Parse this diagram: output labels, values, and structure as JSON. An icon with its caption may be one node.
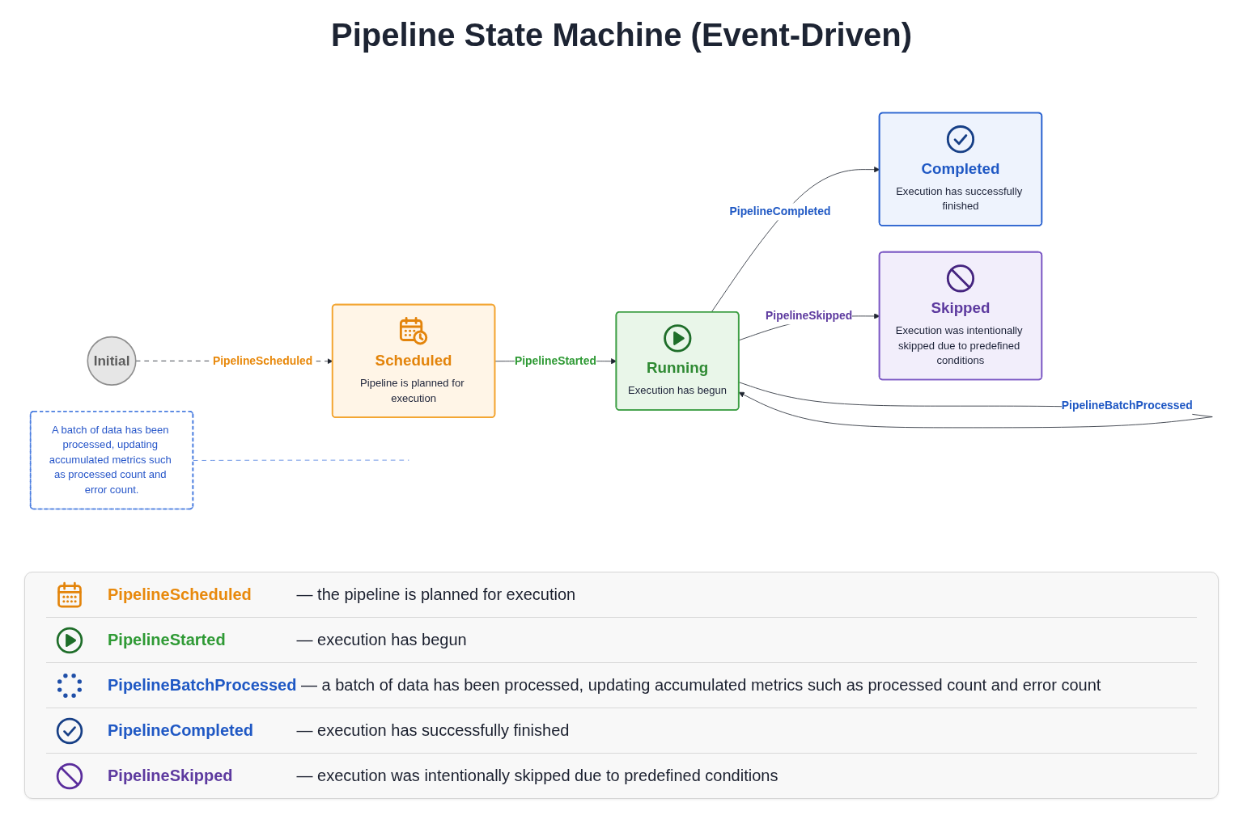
{
  "diagram": {
    "title": "Pipeline State Machine (Event-Driven)",
    "nodes": [
      {
        "text": [
          "Initial"
        ]
      },
      {
        "text": [
          "Scheduled",
          "Pipeline is planned for execution"
        ]
      },
      {
        "text": [
          "Running",
          "Execution has begun"
        ]
      },
      {
        "text": [
          "Completed",
          "Execution has successfully finished"
        ]
      },
      {
        "text": [
          "Skipped",
          "Execution was intentionally skipped due to predefined conditions"
        ]
      },
      {
        "text": [
          "A batch of data has been processed, updating accumulated metrics such as processed count and error count."
        ]
      }
    ],
    "edges": [
      {
        "from": 0,
        "to": 1,
        "label": "PipelineScheduled",
        "arrow": "to",
        "style": "dashed"
      },
      {
        "from": 1,
        "to": 2,
        "label": "PipelineStarted",
        "arrow": "to"
      },
      {
        "from": 2,
        "to": 2,
        "label": "PipelineBatchProcessed",
        "arrow": "to"
      },
      {
        "from": 2,
        "to": 3,
        "label": "PipelineCompleted",
        "arrow": "to"
      },
      {
        "from": 2,
        "to": 4,
        "label": "PipelineSkipped",
        "arrow": "to"
      },
      {
        "from": 5,
        "to": null,
        "arrow": "none",
        "style": "dashed",
        "color": "#4d7fe0"
      }
    ],
    "legend": [
      {
        "text": "PipelineScheduled — the pipeline is planned for execution"
      },
      {
        "text": "PipelineStarted — execution has begun"
      },
      {
        "text": "PipelineBatchProcessed — a batch of data has been processed, updating accumulated metrics such as processed count and error count"
      },
      {
        "text": "PipelineCompleted — execution has successfully finished"
      },
      {
        "text": "PipelineSkipped — execution was intentionally skipped due to predefined conditions"
      }
    ]
  }
}
